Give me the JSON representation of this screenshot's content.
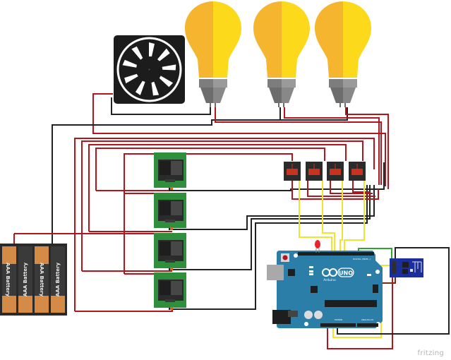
{
  "diagram": {
    "title": "Arduino UNO + ESP8266 relay/switch controller for 3 bulbs and a fan",
    "brand_watermark": "fritzing",
    "components": {
      "bulbs": [
        {
          "id": "bulb-1",
          "label": "Light bulb 1"
        },
        {
          "id": "bulb-2",
          "label": "Light bulb 2"
        },
        {
          "id": "bulb-3",
          "label": "Light bulb 3"
        }
      ],
      "fan": {
        "id": "fan",
        "label": "DC Fan"
      },
      "battery_pack": {
        "label": "4x AAA battery holder",
        "cells": [
          "AAA Battery",
          "AAA Battery",
          "AAA Battery",
          "AAA Battery"
        ]
      },
      "switches": [
        {
          "id": "switch-1",
          "label": "Rocker switch 1"
        },
        {
          "id": "switch-2",
          "label": "Rocker switch 2"
        },
        {
          "id": "switch-3",
          "label": "Rocker switch 3"
        },
        {
          "id": "switch-4",
          "label": "Rocker switch 4"
        }
      ],
      "relays": [
        {
          "id": "relay-1",
          "label": "Relay 1"
        },
        {
          "id": "relay-2",
          "label": "Relay 2"
        },
        {
          "id": "relay-3",
          "label": "Relay 3"
        },
        {
          "id": "relay-4",
          "label": "Relay 4"
        }
      ],
      "arduino": {
        "label": "Arduino UNO",
        "logo_text": "UNO",
        "brand_text": "Arduino",
        "header_text": "DIGITAL (PWM~)",
        "power_text": "POWER",
        "analog_text": "ANALOG IN",
        "icsp_text": "ICSP",
        "icsp2_text": "ICSP2",
        "led_labels": [
          "L",
          "TX",
          "RX",
          "ON"
        ]
      },
      "led": {
        "label": "Red LED",
        "color": "#e8262a"
      },
      "esp8266": {
        "label": "ESP-01 ESP8266 WiFi module"
      }
    },
    "wire_colors": {
      "power": "#b3151c",
      "ground": "#222222",
      "signal": "#f0e52c",
      "data": "#2da52d",
      "aux": "#7b2a12"
    },
    "component_colors": {
      "bulb_left": "#f6b52f",
      "bulb_right": "#fcd91b",
      "bulb_base_dark": "#7d7d7d",
      "bulb_base_light": "#9a9a9a",
      "switch_pcb": "#2f8f3d",
      "relay_body": "#2b2b2b",
      "relay_coil": "#c8321e",
      "arduino_board": "#2a7ea8",
      "esp_board": "#1b2f9c",
      "battery_copper": "#d38b46",
      "battery_body": "#3a3a3a"
    }
  }
}
